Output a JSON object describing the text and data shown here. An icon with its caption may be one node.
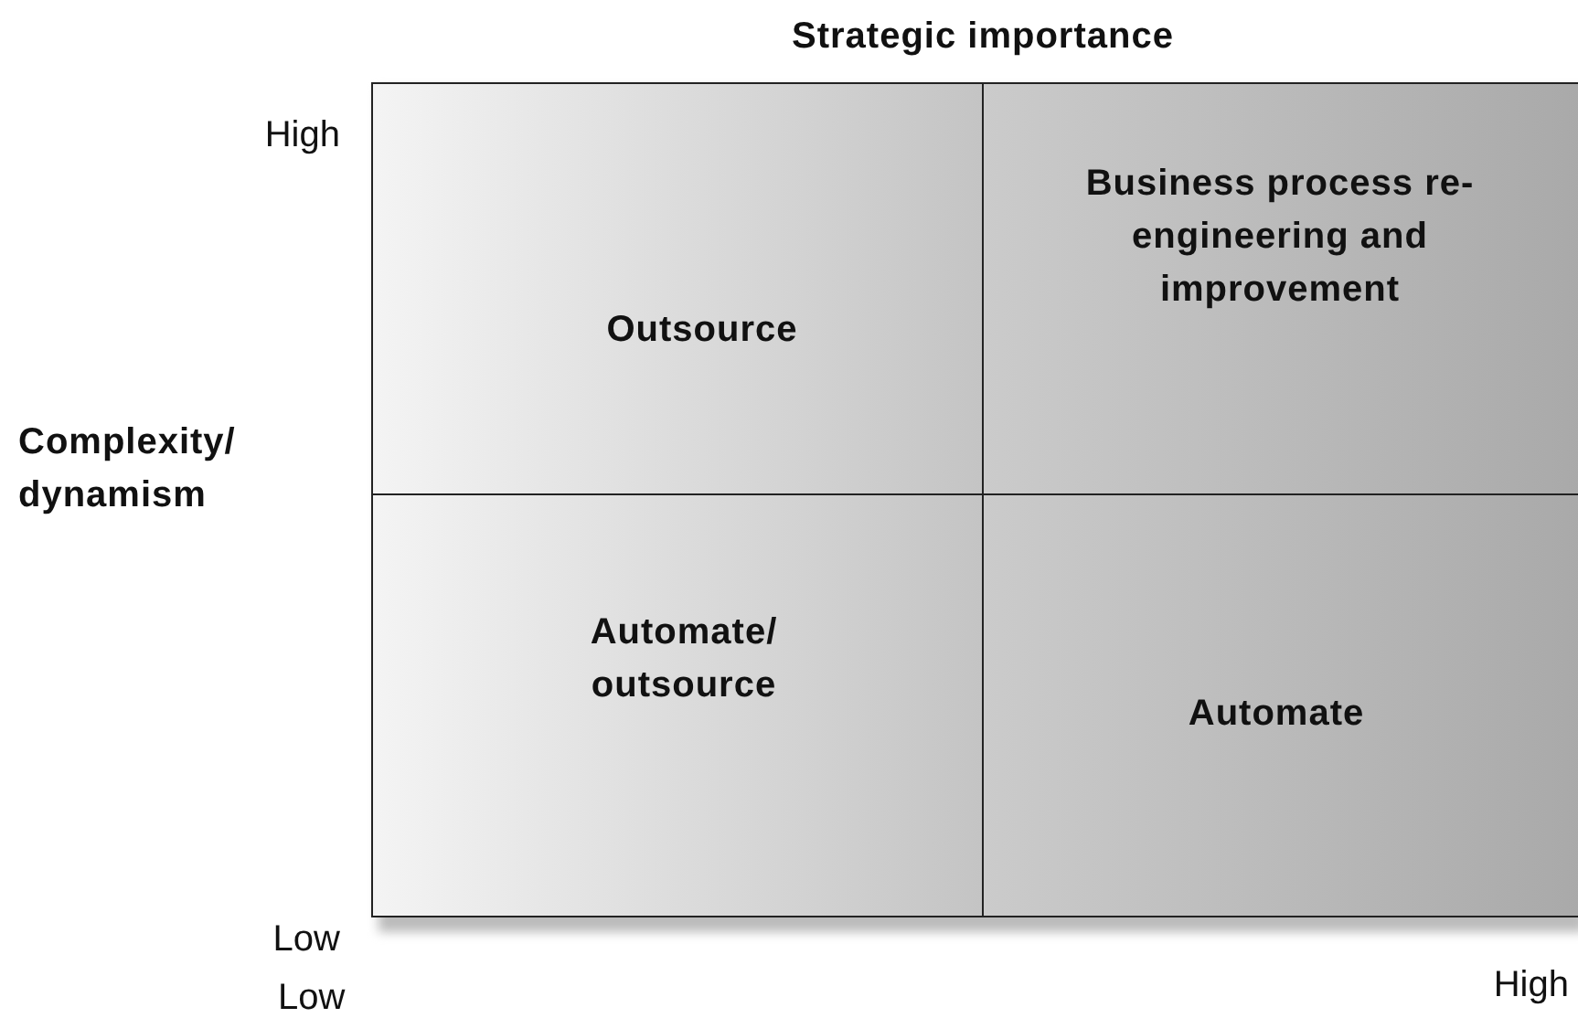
{
  "diagram": {
    "nodes": [
      {
        "text": [
          "Outsource"
        ]
      },
      {
        "text": [
          "Business process re-engineering and improvement"
        ]
      },
      {
        "text": [
          "Automate/ outsource"
        ]
      },
      {
        "text": [
          "Automate"
        ]
      }
    ],
    "labels": [
      "Strategic importance",
      "High",
      "Complexity/ dynamism",
      "Low",
      "Low",
      "High"
    ]
  }
}
